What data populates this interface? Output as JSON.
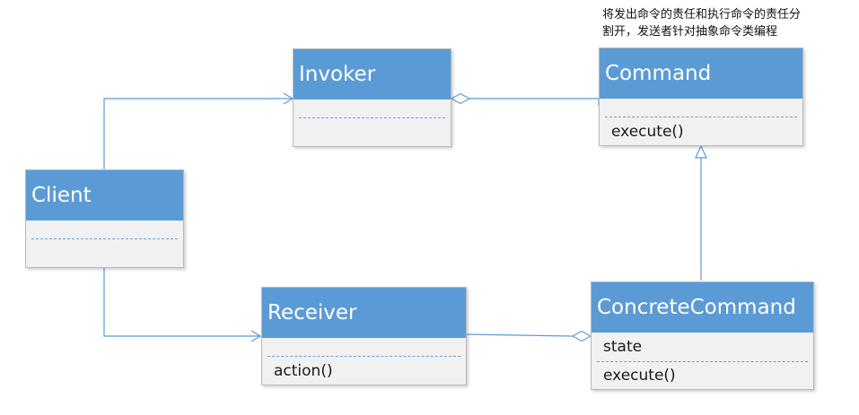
{
  "note": {
    "text": "将发出命令的责任和执行命令的责任分\n割开，发送者针对抽象命令类编程"
  },
  "classes": {
    "invoker": {
      "name": "Invoker"
    },
    "command": {
      "name": "Command",
      "method": "execute()"
    },
    "client": {
      "name": "Client"
    },
    "receiver": {
      "name": "Receiver",
      "method": "action()"
    },
    "concrete_command": {
      "name": "ConcreteCommand",
      "attribute": "state",
      "method": "execute()"
    }
  },
  "colors": {
    "header": "#5b9bd5",
    "body": "#f1f1f1",
    "line": "#5b9bd5"
  }
}
